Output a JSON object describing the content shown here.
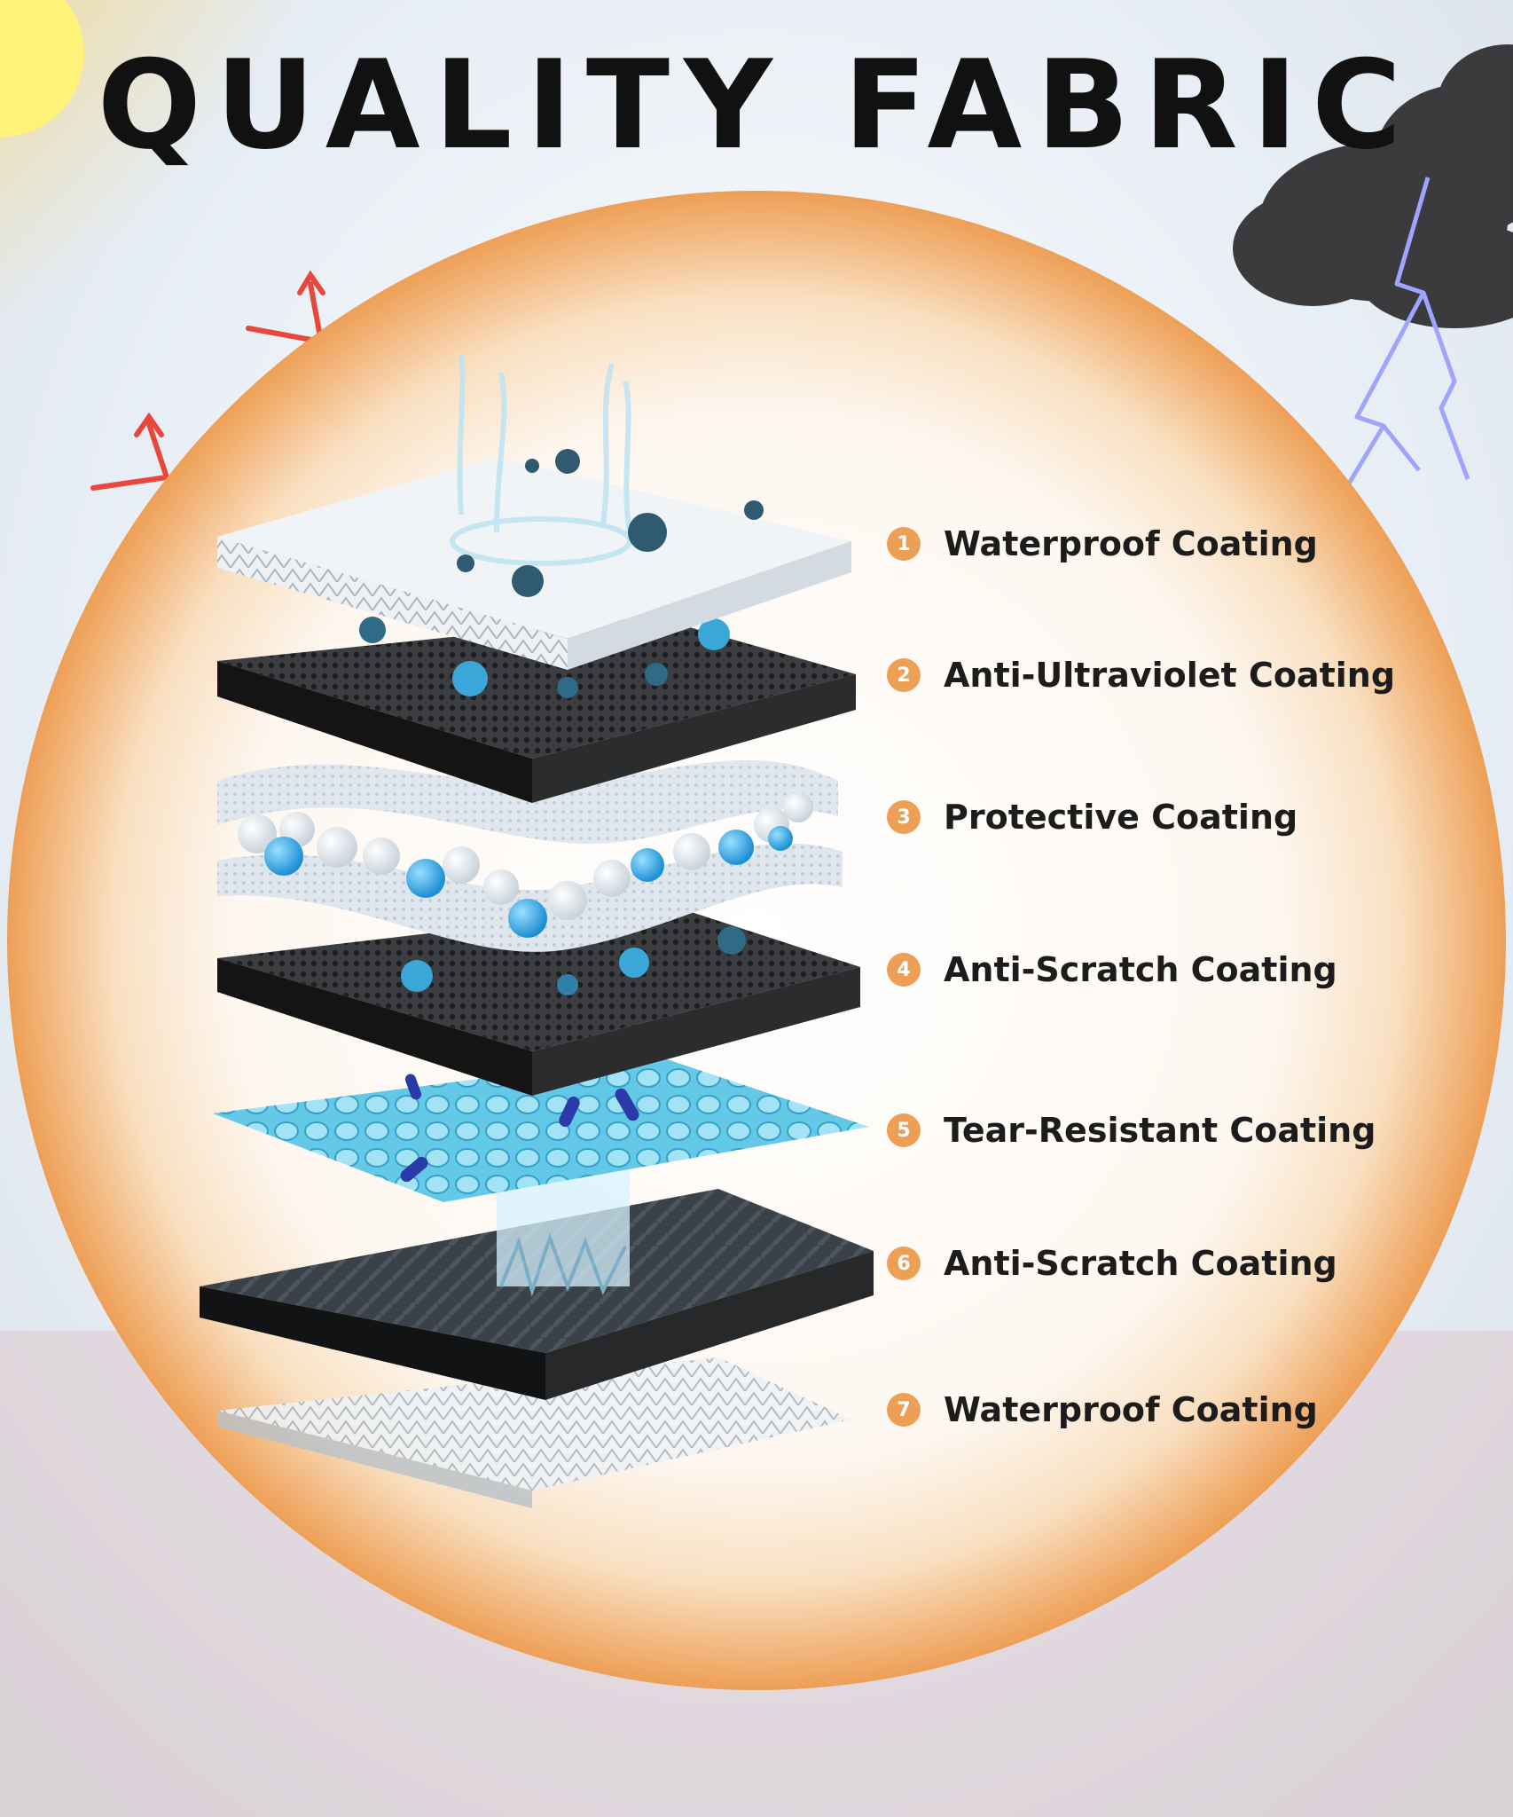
{
  "title": "QUALITY FABRIC",
  "accent_color": "#ee9f56",
  "layers": [
    {
      "number": "1",
      "label": "Waterproof Coating"
    },
    {
      "number": "2",
      "label": "Anti-Ultraviolet Coating"
    },
    {
      "number": "3",
      "label": "Protective Coating"
    },
    {
      "number": "4",
      "label": "Anti-Scratch Coating"
    },
    {
      "number": "5",
      "label": "Tear-Resistant Coating"
    },
    {
      "number": "6",
      "label": "Anti-Scratch Coating"
    },
    {
      "number": "7",
      "label": "Waterproof Coating"
    }
  ],
  "icons": [
    "sun-icon",
    "heat-arrow-icon",
    "storm-cloud-icon",
    "lightning-icon"
  ]
}
